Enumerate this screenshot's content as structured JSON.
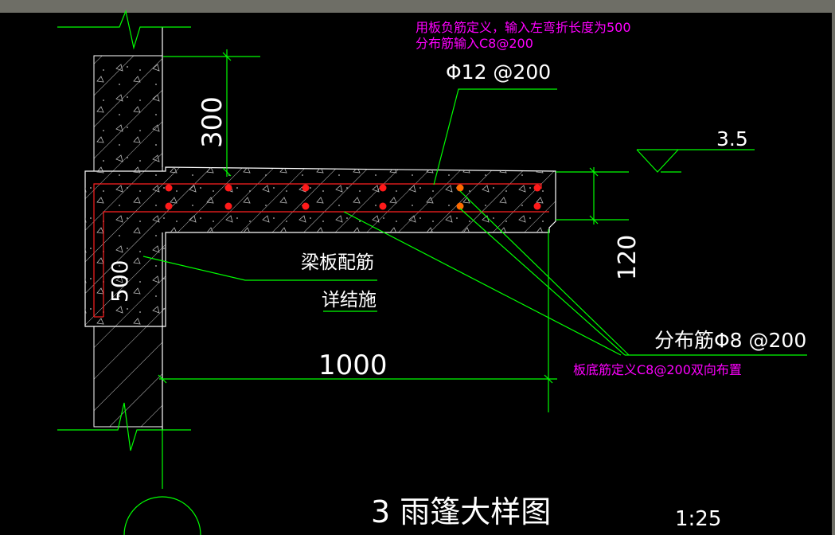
{
  "notes": {
    "slab_top_note_line1": "用板负筋定义，输入左弯折长度为500",
    "slab_top_note_line2": "分布筋输入C8@200",
    "slab_bottom_note": "板底筋定义C8@200双向布置"
  },
  "labels": {
    "top_rebar": "Φ12 @200",
    "distribution_rebar": "分布筋Φ8 @200",
    "beam_rebar_line1": "梁板配筋",
    "beam_rebar_line2": "详结施",
    "elevation": "3.5"
  },
  "dimensions": {
    "wall_height": "300",
    "slab_thickness": "120",
    "bend_length": "500",
    "cantilever_length": "1000"
  },
  "title": {
    "name": "3 雨篷大样图",
    "scale": "1:25"
  },
  "colors": {
    "background": "#000000",
    "dimension_line": "#00ff00",
    "outline": "#ffffff",
    "hatch": "#c0c0c0",
    "rebar": "#ff0000",
    "note_text": "#ff00ff"
  }
}
